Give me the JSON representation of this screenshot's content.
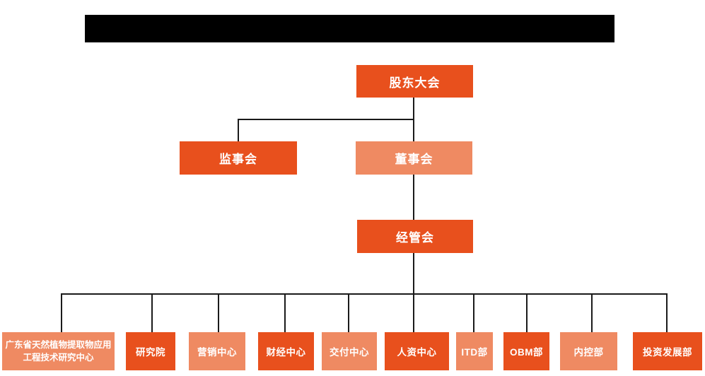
{
  "colors": {
    "primary_orange": "#E8501D",
    "light_orange": "#EF8A62",
    "connector_line": "#1A1A1A",
    "node_text": "#FFFFFF",
    "redacted_bar": "#000000"
  },
  "title_bar": {
    "redacted": true,
    "text": ""
  },
  "org_chart": {
    "level1": {
      "label": "股东大会"
    },
    "level2": [
      {
        "label": "监事会"
      },
      {
        "label": "董事会"
      }
    ],
    "level3": {
      "label": "经管会"
    },
    "departments": [
      {
        "label": "广东省天然植物提取物应用工程技术研究中心"
      },
      {
        "label": "研究院"
      },
      {
        "label": "营销中心"
      },
      {
        "label": "财经中心"
      },
      {
        "label": "交付中心"
      },
      {
        "label": "人资中心"
      },
      {
        "label": "ITD部"
      },
      {
        "label": "OBM部"
      },
      {
        "label": "内控部"
      },
      {
        "label": "投资发展部"
      }
    ]
  }
}
